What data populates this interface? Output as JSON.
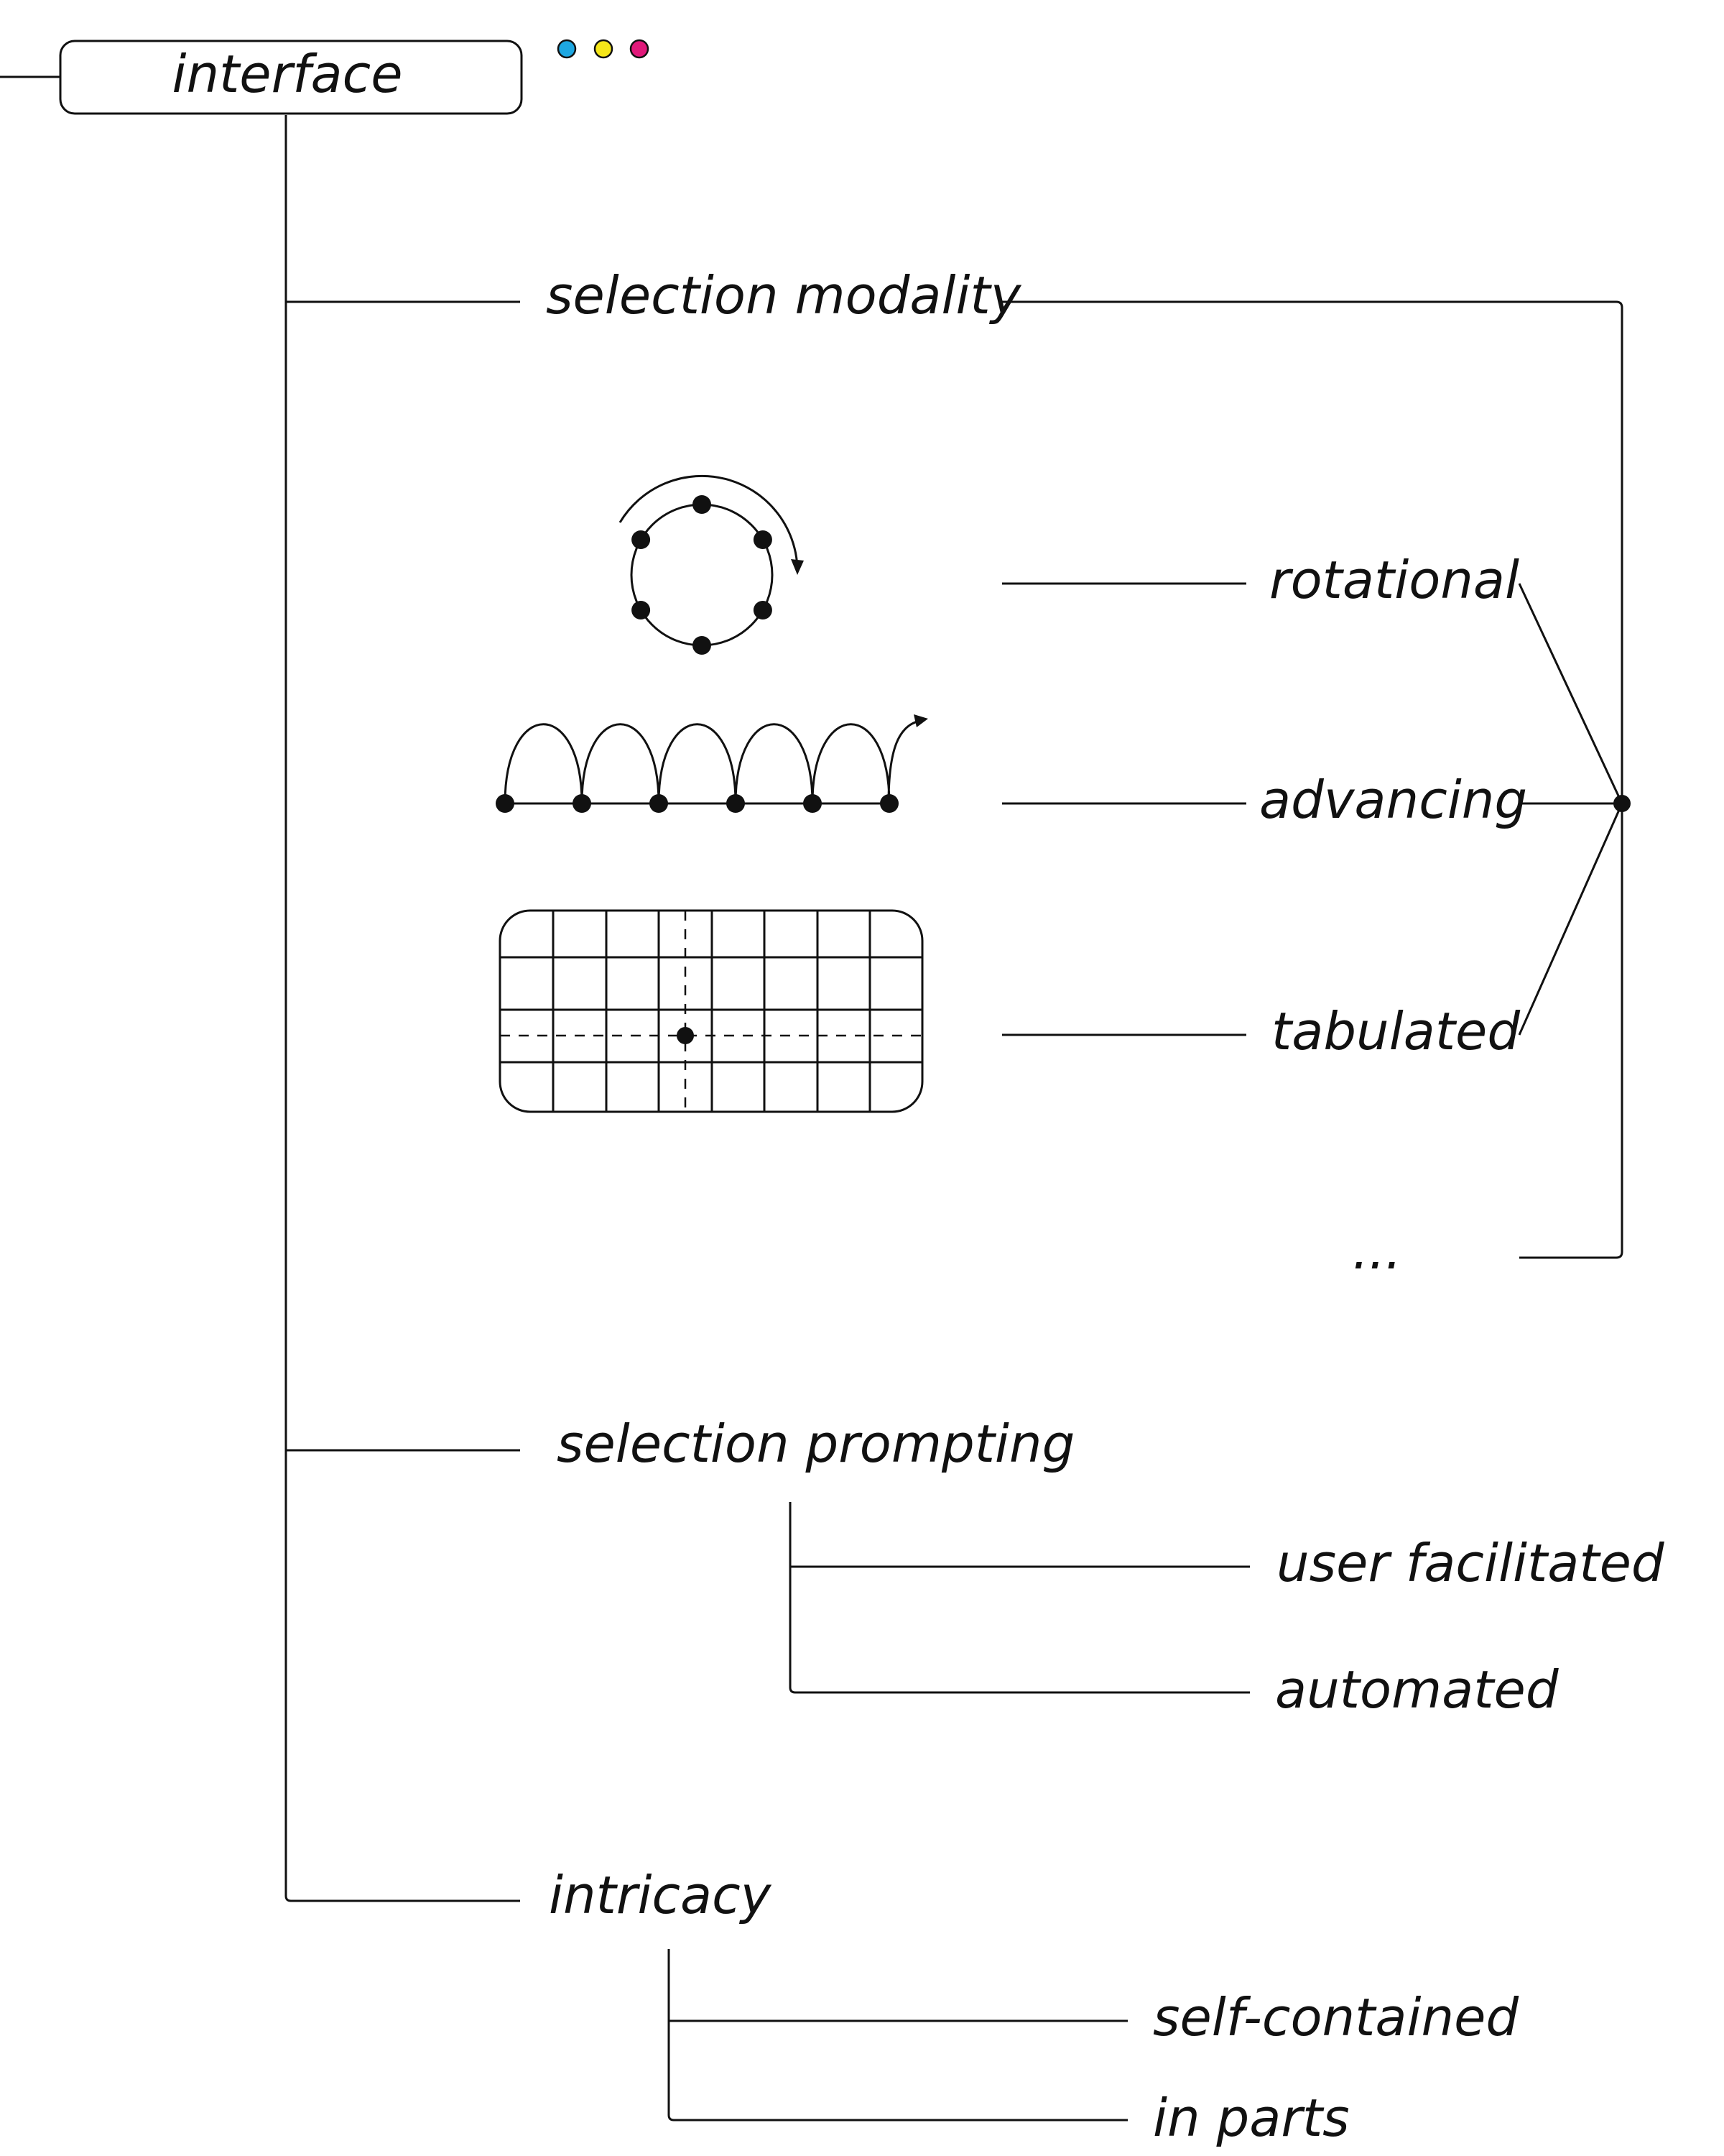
{
  "colors": {
    "ink": "#111111",
    "dot_cyan": "#1ea7e1",
    "dot_yellow": "#f5e61a",
    "dot_magenta": "#e0197a"
  },
  "root": {
    "label": "interface"
  },
  "branches": {
    "selection_modality": {
      "label": "selection modality",
      "options": [
        {
          "label": "rotational",
          "icon": "rotational-icon"
        },
        {
          "label": "advancing",
          "icon": "advancing-icon"
        },
        {
          "label": "tabulated",
          "icon": "tabulated-icon"
        },
        {
          "label": "..."
        }
      ]
    },
    "selection_prompting": {
      "label": "selection prompting",
      "options": [
        {
          "label": "user facilitated"
        },
        {
          "label": "automated"
        }
      ]
    },
    "intricacy": {
      "label": "intricacy",
      "options": [
        {
          "label": "self-contained"
        },
        {
          "label": "in parts"
        }
      ]
    }
  }
}
